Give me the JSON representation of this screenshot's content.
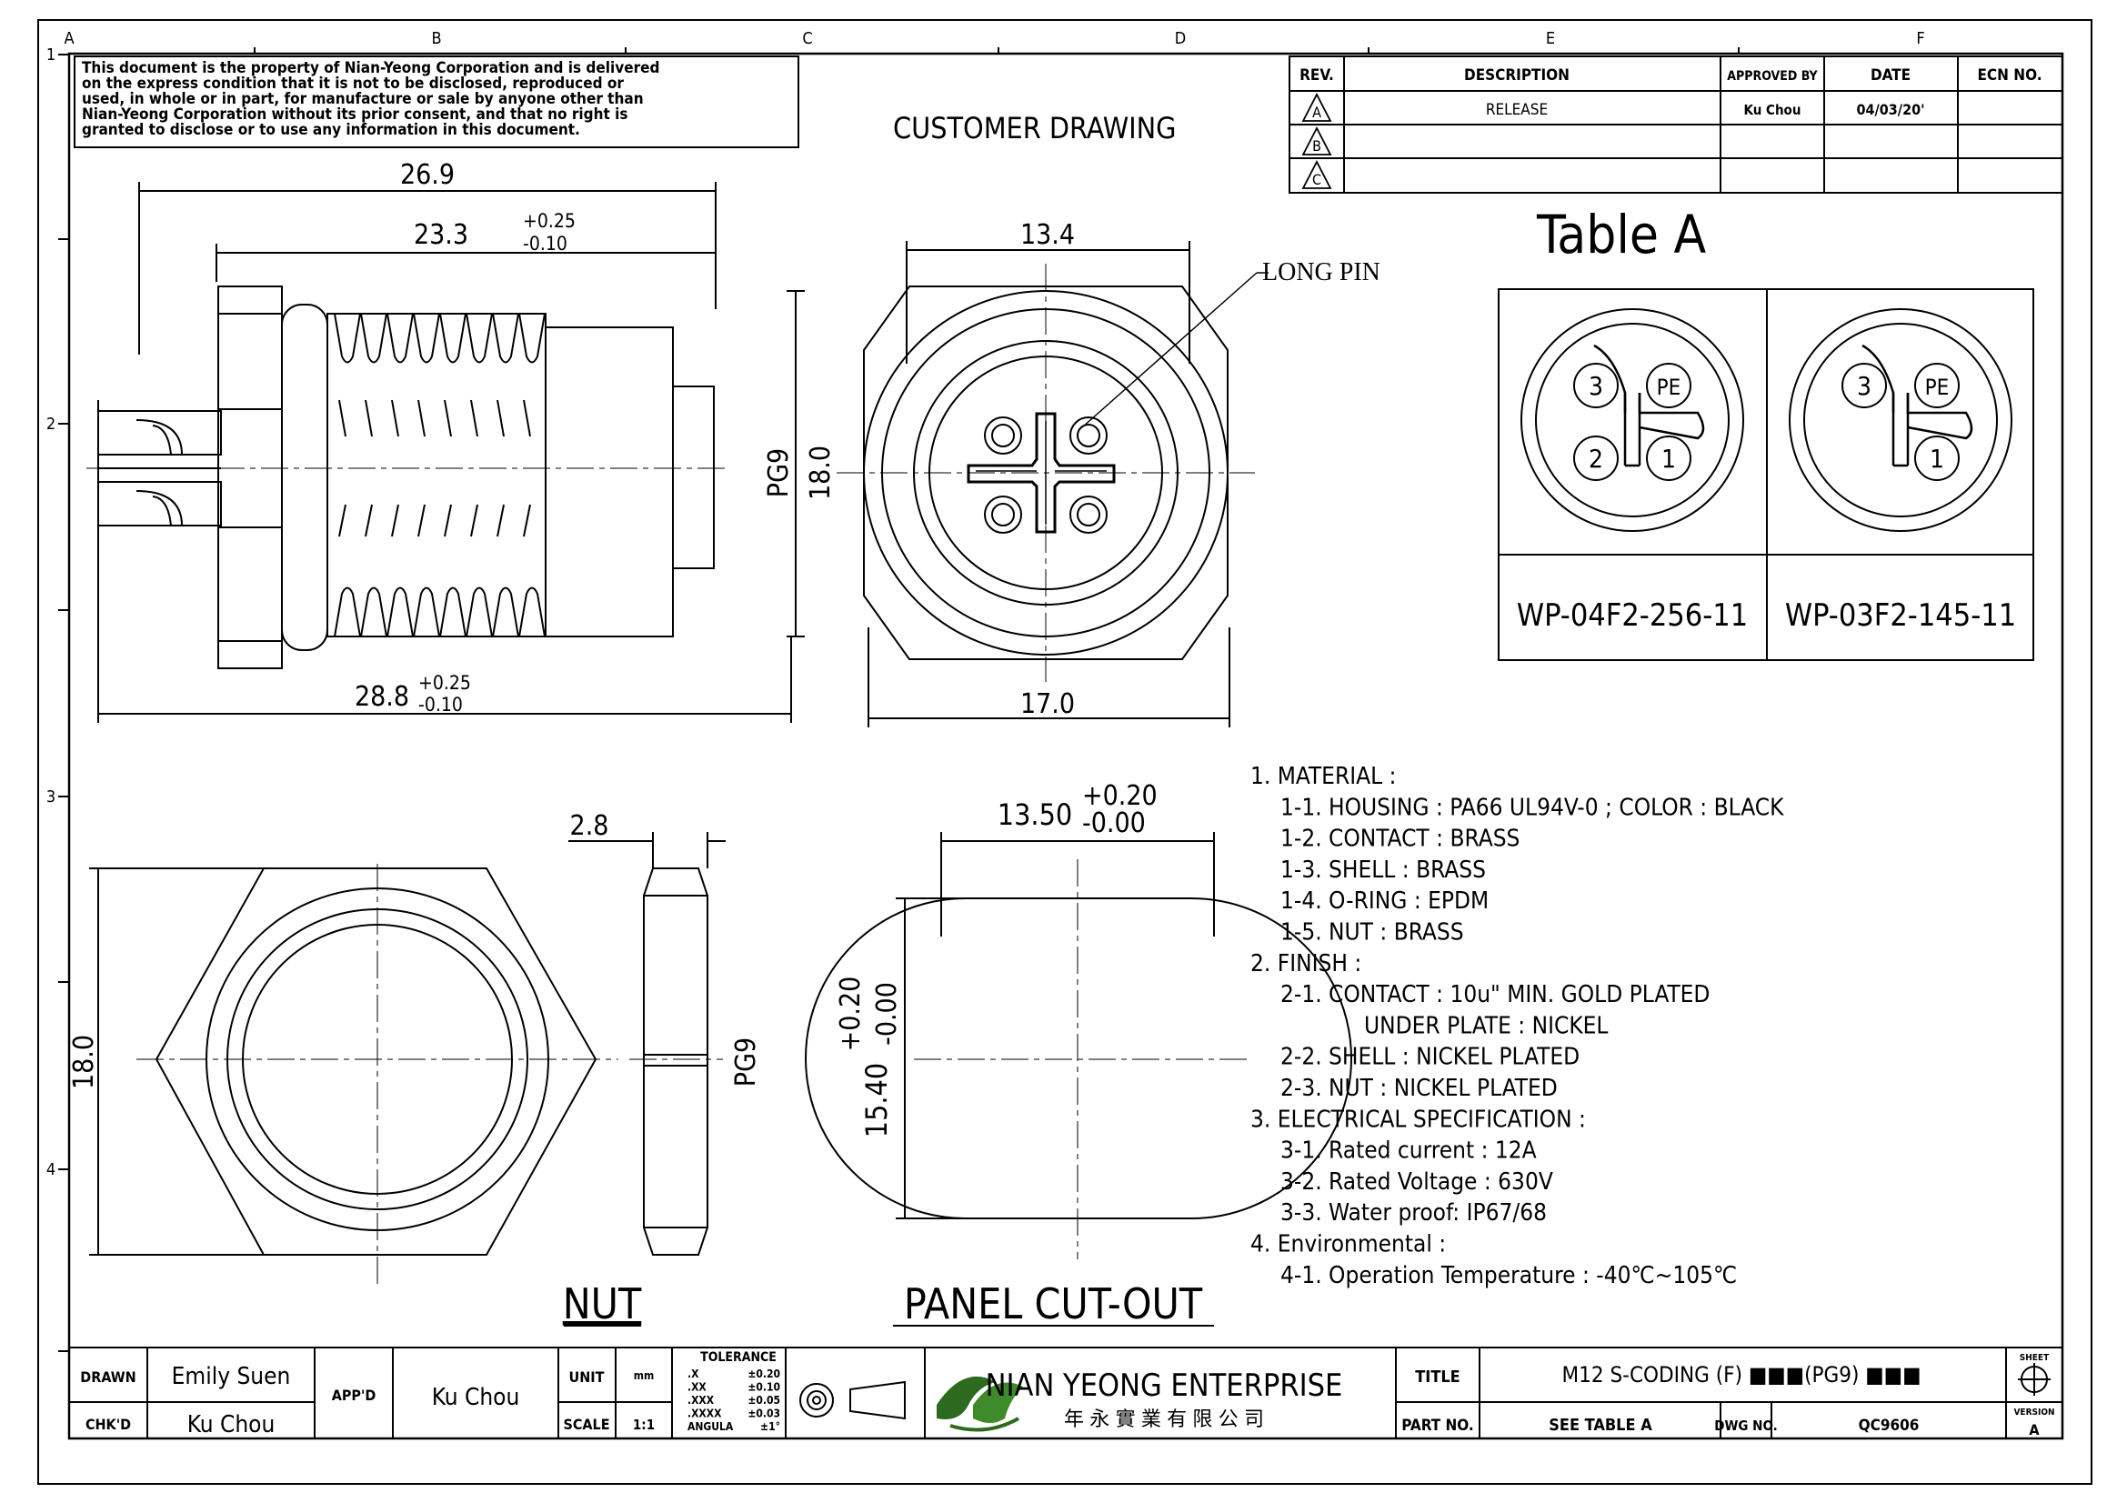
{
  "notice": [
    "This document is the property of Nian-Yeong Corporation and is delivered",
    "on  the  express condition that it is not to be disclosed, reproduced or",
    "used, in whole or in part, for manufacture or sale by anyone other than",
    "Nian-Yeong Corporation without  its prior consent, and that  no right  is",
    "granted to disclose or to use any information in this  document."
  ],
  "heading": "CUSTOMER  DRAWING",
  "zones": {
    "cols": [
      "A",
      "B",
      "C",
      "D",
      "E",
      "F"
    ],
    "rows": [
      "1",
      "2",
      "3",
      "4"
    ]
  },
  "revision": {
    "headers": [
      "REV.",
      "DESCRIPTION",
      "APPROVED BY",
      "DATE",
      "ECN NO."
    ],
    "rows": [
      {
        "rev": "A",
        "description": "RELEASE",
        "approved_by": "Ku Chou",
        "date": "04/03/20'",
        "ecn": ""
      },
      {
        "rev": "B",
        "description": "",
        "approved_by": "",
        "date": "",
        "ecn": ""
      },
      {
        "rev": "C",
        "description": "",
        "approved_by": "",
        "date": "",
        "ecn": ""
      }
    ]
  },
  "side_view": {
    "dim_overall": "26.9",
    "dim_thread_len": "23.3",
    "tol_thread_plus": "+0.25",
    "tol_thread_minus": "-0.10",
    "dim_total": "28.8",
    "tol_total_plus": "+0.25",
    "tol_total_minus": "-0.10",
    "thread_label": "PG9",
    "dim_height": "18.0"
  },
  "front_view": {
    "dim_top": "13.4",
    "dim_bottom": "17.0",
    "callout": "LONG PIN"
  },
  "table_a": {
    "title": "Table  A",
    "items": [
      {
        "part_no": "WP-04F2-256-11",
        "pins": [
          "3",
          "PE",
          "2",
          "1"
        ]
      },
      {
        "part_no": "WP-03F2-145-11",
        "pins": [
          "3",
          "PE",
          "1"
        ]
      }
    ]
  },
  "nut_view": {
    "label": "NUT",
    "dim_thickness": "2.8",
    "dim_height": "18.0",
    "thread_label": "PG9"
  },
  "panel_cutout": {
    "label": "PANEL  CUT-OUT",
    "dim_width": "13.50",
    "tol_width_plus": "+0.20",
    "tol_width_minus": "-0.00",
    "dim_height": "15.40",
    "tol_height_plus": "+0.20",
    "tol_height_minus": "-0.00"
  },
  "spec_notes": [
    {
      "indent": 0,
      "text": "1.  MATERIAL  :"
    },
    {
      "indent": 1,
      "text": "1-1.  HOUSING  :  PA66  UL94V-0  ;  COLOR  :  BLACK"
    },
    {
      "indent": 1,
      "text": "1-2.  CONTACT  :  BRASS"
    },
    {
      "indent": 1,
      "text": "1-3.  SHELL  :  BRASS"
    },
    {
      "indent": 1,
      "text": "1-4.  O-RING  :  EPDM"
    },
    {
      "indent": 1,
      "text": "1-5.  NUT  :  BRASS"
    },
    {
      "indent": 0,
      "text": "2.  FINISH  :"
    },
    {
      "indent": 1,
      "text": "2-1.  CONTACT  :  10u\"  MIN.  GOLD  PLATED"
    },
    {
      "indent": 2,
      "text": "UNDER  PLATE  :  NICKEL"
    },
    {
      "indent": 1,
      "text": "2-2.  SHELL  :  NICKEL  PLATED"
    },
    {
      "indent": 1,
      "text": "2-3.  NUT  :  NICKEL  PLATED"
    },
    {
      "indent": 0,
      "text": "3.  ELECTRICAL  SPECIFICATION  :"
    },
    {
      "indent": 1,
      "text": "3-1.  Rated  current  :  12A"
    },
    {
      "indent": 1,
      "text": "3-2.  Rated  Voltage  :  630V"
    },
    {
      "indent": 1,
      "text": "3-3.  Water  proof:  IP67/68"
    },
    {
      "indent": 0,
      "text": "4.  Environmental  :"
    },
    {
      "indent": 1,
      "text": "4-1.  Operation  Temperature  :  -40℃~105℃"
    }
  ],
  "title_block": {
    "drawn_label": "DRAWN",
    "drawn_value": "Emily Suen",
    "chkd_label": "CHK'D",
    "chkd_value": "Ku Chou",
    "appd_label": "APP'D",
    "appd_value": "Ku Chou",
    "unit_label": "UNIT",
    "unit_value": "mm",
    "scale_label": "SCALE",
    "scale_value": "1:1",
    "tolerance_title": "TOLERANCE",
    "tolerance": [
      {
        "k": ".X",
        "v": "±0.20"
      },
      {
        "k": ".XX",
        "v": "±0.10"
      },
      {
        "k": ".XXX",
        "v": "±0.05"
      },
      {
        "k": ".XXXX",
        "v": "±0.03"
      },
      {
        "k": "ANGULA",
        "v": "±1°"
      }
    ],
    "company_name": "NIAN YEONG ENTERPRISE",
    "company_cn": "年 永 實 業 有 限 公 司",
    "title_label": "TITLE",
    "title_value": "M12  S-CODING  (F)  ■■■(PG9)  ■■■",
    "part_label": "PART NO.",
    "part_value": "SEE  TABLE  A",
    "dwg_label": "DWG NO.",
    "dwg_value": "QC9606",
    "sheet_label": "SHEET",
    "version_label": "VERSION",
    "version_value": "A"
  }
}
